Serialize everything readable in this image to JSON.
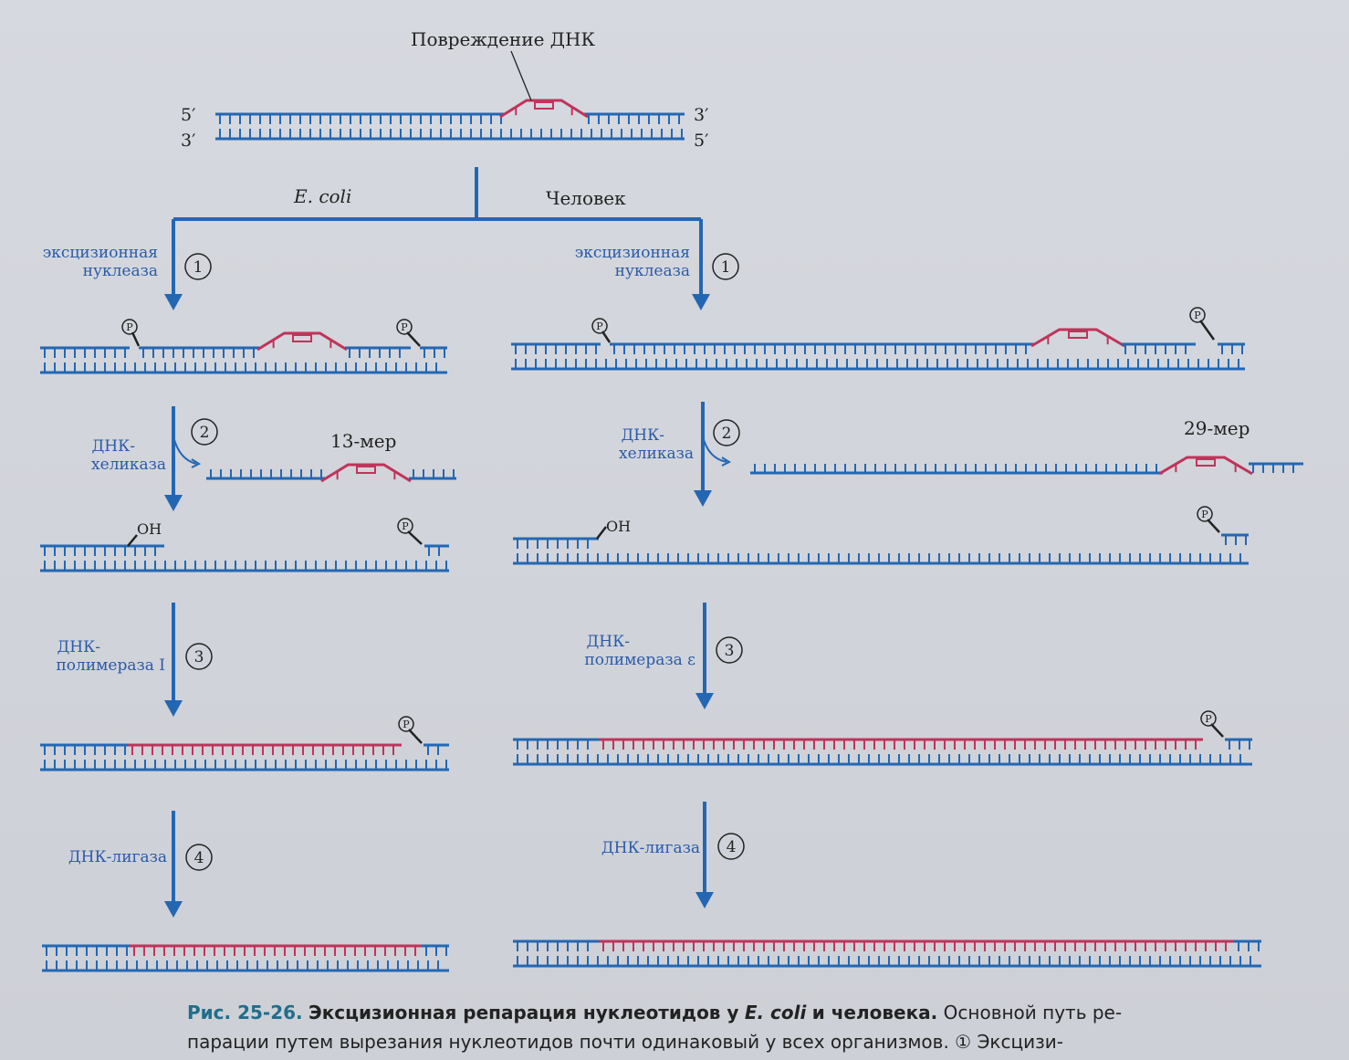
{
  "colors": {
    "dna": "#2367b3",
    "repair": "#c0335a",
    "text": "#222222",
    "caption_accent": "#1f6e8a"
  },
  "top": {
    "damage_label": "Повреждение ДНК",
    "left_top": "5′",
    "left_bottom": "3′",
    "right_top": "3′",
    "right_bottom": "5′"
  },
  "branches": {
    "left": "E. coli",
    "right": "Человек"
  },
  "left": {
    "step1": {
      "label_line1": "эксцизионная",
      "label_line2": "нуклеаза",
      "num": "1"
    },
    "step2": {
      "label_line1": "ДНК-",
      "label_line2": "хеликаза",
      "num": "2",
      "fragment": "13-мер"
    },
    "step3": {
      "label_line1": "ДНК-",
      "label_line2": "полимераза I",
      "num": "3"
    },
    "step4": {
      "label": "ДНК-лигаза",
      "num": "4"
    }
  },
  "right": {
    "step1": {
      "label_line1": "эксцизионная",
      "label_line2": "нуклеаза",
      "num": "1"
    },
    "step2": {
      "label_line1": "ДНК-",
      "label_line2": "хеликаза",
      "num": "2",
      "fragment": "29-мер"
    },
    "step3": {
      "label_line1": "ДНК-",
      "label_line2": "полимераза ε",
      "num": "3"
    },
    "step4": {
      "label": "ДНК-лигаза",
      "num": "4"
    }
  },
  "symbols": {
    "phosphate": "P",
    "hydroxyl": "OH"
  },
  "caption": {
    "fig": "Рис. 25-26.",
    "title_a": "Эксцизионная репарация нуклеотидов у",
    "title_italic": "E. coli",
    "title_b": "и человека.",
    "line1_rest": "Основной путь ре-",
    "line2": "парации путем вырезания нуклеотидов почти одинаковый у всех организмов. ① Эксцизи-"
  }
}
